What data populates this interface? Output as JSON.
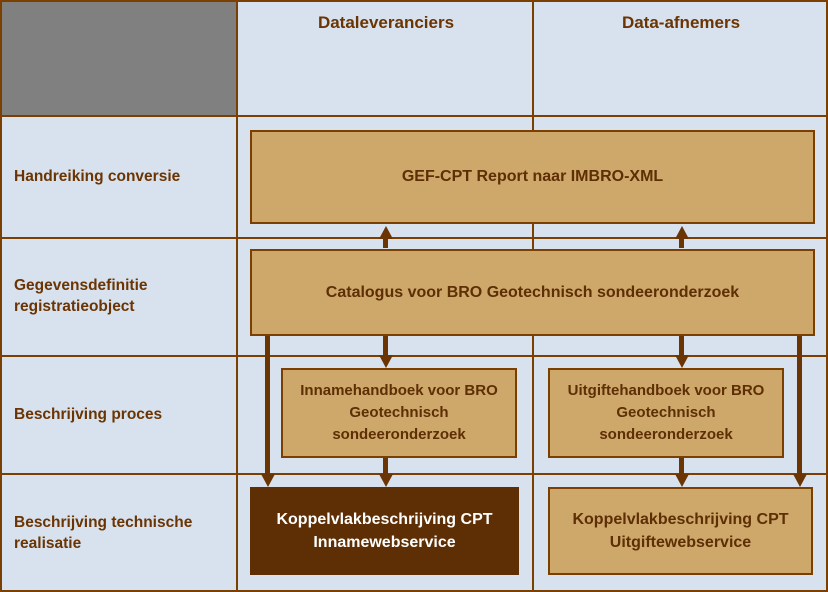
{
  "diagram": {
    "title_row_header_blank": "",
    "columns": [
      {
        "id": "dataleveranciers",
        "label": "Dataleveranciers"
      },
      {
        "id": "data-afnemers",
        "label": "Data-afnemers"
      }
    ],
    "rows": [
      {
        "id": "handreiking-conversie",
        "label": "Handreiking conversie"
      },
      {
        "id": "gegevensdefinitie",
        "label": "Gegevensdefinitie registratieobject"
      },
      {
        "id": "beschrijving-proces",
        "label": "Beschrijving proces"
      },
      {
        "id": "beschrijving-technische-realisatie",
        "label": "Beschrijving technische realisatie"
      }
    ],
    "boxes": [
      {
        "id": "gef-cpt-report",
        "label": "GEF-CPT Report naar IMBRO-XML",
        "style": "light",
        "span": "both"
      },
      {
        "id": "catalogus",
        "label": "Catalogus voor BRO Geotechnisch sondeeronderzoek",
        "style": "light",
        "span": "both"
      },
      {
        "id": "innamehandboek",
        "label": "Innamehandboek voor BRO Geotechnisch sondeeronderzoek",
        "style": "light",
        "span": "dataleveranciers"
      },
      {
        "id": "uitgiftehandboek",
        "label": "Uitgiftehandboek voor BRO Geotechnisch sondeeronderzoek",
        "style": "light",
        "span": "data-afnemers"
      },
      {
        "id": "koppelvlak-inname",
        "label": "Koppelvlakbeschrijving CPT Innamewebservice",
        "style": "dark",
        "span": "dataleveranciers"
      },
      {
        "id": "koppelvlak-uitgifte",
        "label": "Koppelvlakbeschrijving CPT Uitgiftewebservice",
        "style": "light",
        "span": "data-afnemers"
      }
    ],
    "connectors": [
      {
        "id": "catalogus-to-gef-cpt-left",
        "direction": "up",
        "from": "catalogus",
        "to": "gef-cpt-report"
      },
      {
        "id": "catalogus-to-gef-cpt-right",
        "direction": "up",
        "from": "catalogus",
        "to": "gef-cpt-report"
      },
      {
        "id": "catalogus-to-innamehandboek",
        "direction": "down",
        "from": "catalogus",
        "to": "innamehandboek"
      },
      {
        "id": "catalogus-to-uitgiftehandboek",
        "direction": "down",
        "from": "catalogus",
        "to": "uitgiftehandboek"
      },
      {
        "id": "catalogus-to-koppelvlak-inname",
        "direction": "down",
        "from": "catalogus",
        "to": "koppelvlak-inname"
      },
      {
        "id": "catalogus-to-koppelvlak-uitgifte",
        "direction": "down",
        "from": "catalogus",
        "to": "koppelvlak-uitgifte"
      },
      {
        "id": "innamehandboek-to-koppelvlak-inname",
        "direction": "down",
        "from": "innamehandboek",
        "to": "koppelvlak-inname"
      },
      {
        "id": "uitgiftehandboek-to-koppelvlak-uitgifte",
        "direction": "down",
        "from": "uitgiftehandboek",
        "to": "koppelvlak-uitgifte"
      }
    ],
    "colors": {
      "background": "#d7e2ee",
      "corner_block": "#808080",
      "box_light_fill": "#cda86a",
      "box_dark_fill": "#5e2e04",
      "border": "#7b3f00",
      "text_brown": "#6b3403",
      "text_on_dark": "#ffffff"
    }
  }
}
